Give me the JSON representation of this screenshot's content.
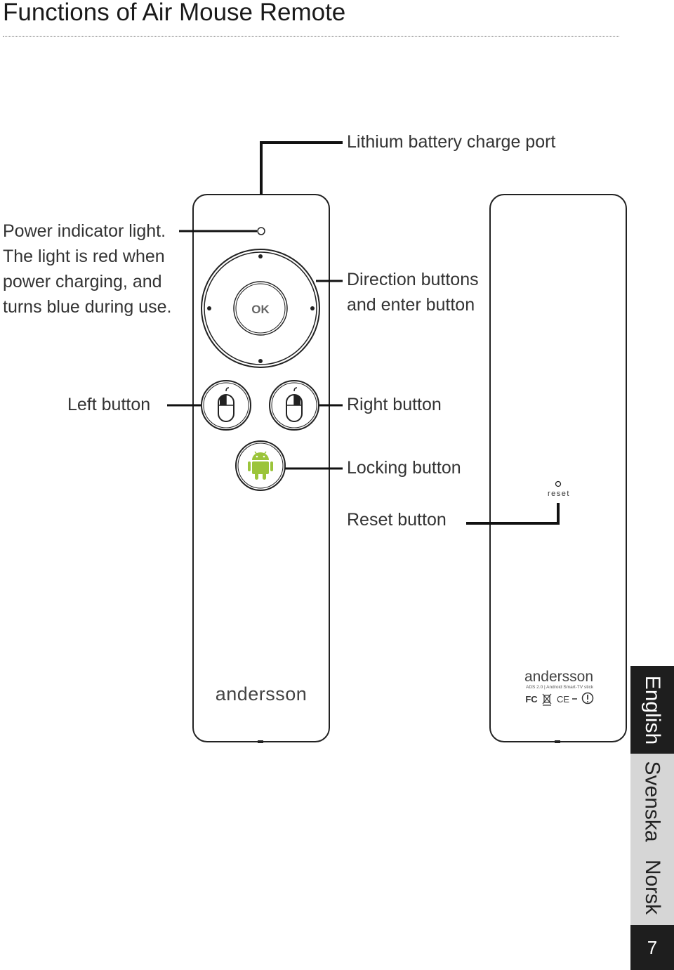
{
  "page": {
    "title": "Functions of Air Mouse Remote",
    "page_number": "7"
  },
  "callouts": {
    "charge_port": "Lithium battery charge port",
    "power_indicator": "Power indicator light. The light is red when power charging, and turns blue during use.",
    "direction_buttons": "Direction buttons and enter button",
    "left_button": "Left button",
    "right_button": "Right button",
    "locking_button": "Locking button",
    "reset_button": "Reset button"
  },
  "remote": {
    "ok_label": "OK",
    "brand": "andersson",
    "reset_text": "reset",
    "model_text": "ADS 2.0 | Android Smart-TV stick"
  },
  "language_tabs": [
    {
      "label": "English",
      "active": true
    },
    {
      "label": "Svenska",
      "active": false
    },
    {
      "label": "Norsk",
      "active": false
    }
  ],
  "colors": {
    "android_green": "#9bc43a",
    "active_tab": "#1e1e1e",
    "inactive_tab": "#d6d6d6"
  }
}
